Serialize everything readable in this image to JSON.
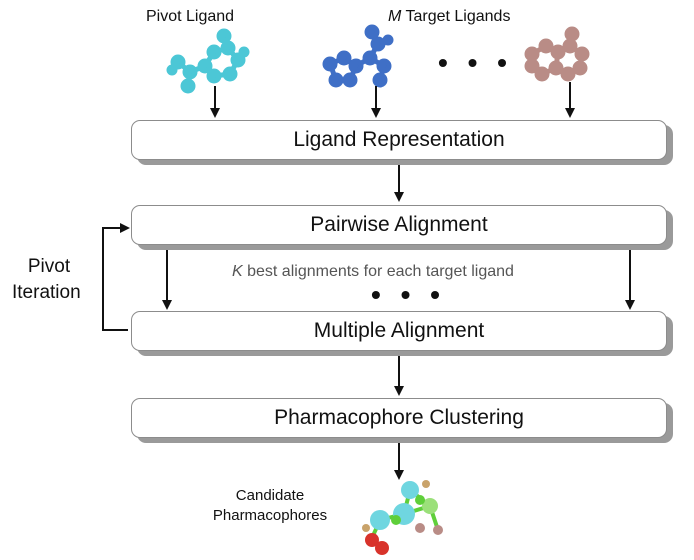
{
  "inputs": {
    "pivot_label": "Pivot Ligand",
    "targets_italic": "M",
    "targets_label": " Target Ligands",
    "ellipsis": "• • •"
  },
  "steps": {
    "ligand_representation": "Ligand Representation",
    "pairwise_alignment": "Pairwise Alignment",
    "multiple_alignment": "Multiple Alignment",
    "pharmacophore_clustering": "Pharmacophore Clustering"
  },
  "alignment_note": {
    "italic": "K",
    "text": " best alignments for each target ligand",
    "ellipsis": "• • •"
  },
  "loop": {
    "line1": "Pivot",
    "line2": "Iteration"
  },
  "output": {
    "line1": "Candidate",
    "line2": "Pharmacophores"
  },
  "colors": {
    "pivot_ligand": "#4cc7d6",
    "target_ligand_1": "#3f6fc6",
    "target_ligand_m": "#b98c86",
    "pharmacophore_green": "#5fcf3a",
    "pharmacophore_red": "#d8332b",
    "pharmacophore_cyan": "#6fd6e0"
  }
}
